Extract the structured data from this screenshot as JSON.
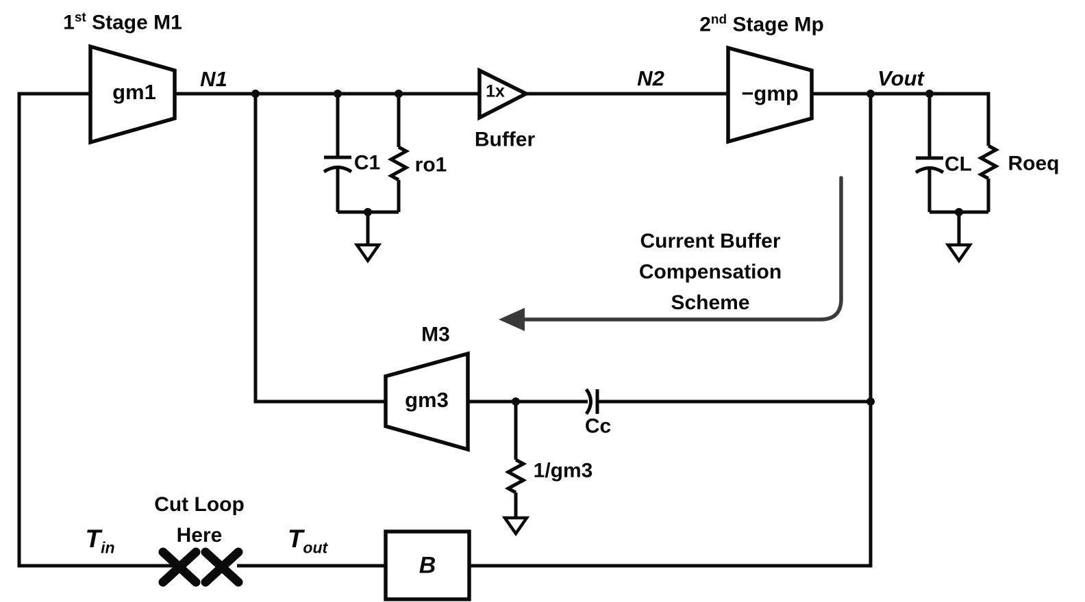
{
  "labels": {
    "stage1_num": "1",
    "stage1_sup": "st",
    "stage1_rest": " Stage M1",
    "stage2_num": "2",
    "stage2_sup": "nd",
    "stage2_rest": " Stage Mp",
    "gm1": "gm1",
    "gmp": "−gmp",
    "m3": "M3",
    "gm3": "gm3",
    "buffer_gain": "1x",
    "buffer": "Buffer",
    "n1": "N1",
    "n2": "N2",
    "vout": "Vout",
    "c1": "C1",
    "ro1": "ro1",
    "cl": "CL",
    "roeq": "Roeq",
    "cc": "Cc",
    "inv_gm3": "1/gm3",
    "comp_line1": "Current Buffer",
    "comp_line2": "Compensation",
    "comp_line3": "Scheme",
    "cut_line1": "Cut Loop",
    "cut_line2": "Here",
    "t_base": "T",
    "t_in_sub": "in",
    "t_out_sub": "out",
    "b_block": "B"
  },
  "colors": {
    "wire": "#0a0a0a",
    "arrow": "#3a3a3a",
    "background": "#ffffff"
  }
}
